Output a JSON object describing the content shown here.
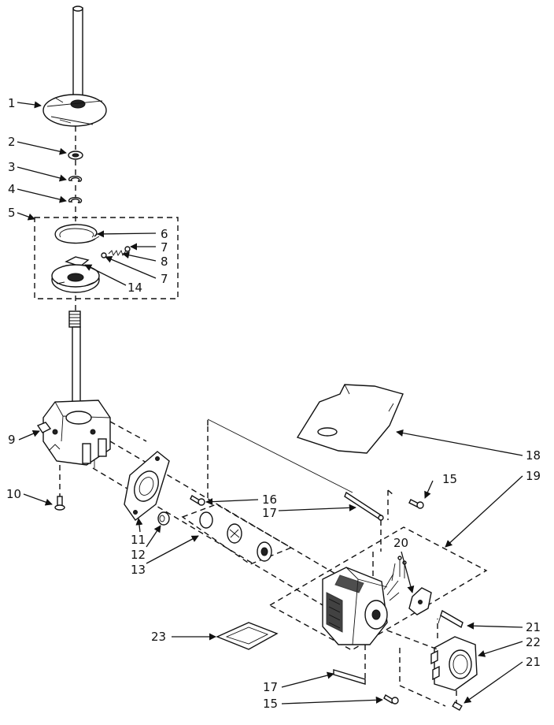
{
  "callouts": {
    "c1": "1",
    "c2": "2",
    "c3": "3",
    "c4": "4",
    "c5": "5",
    "c6": "6",
    "c7a": "7",
    "c7b": "7",
    "c8": "8",
    "c9": "9",
    "c10": "10",
    "c11": "11",
    "c12": "12",
    "c13": "13",
    "c14": "14",
    "c15a": "15",
    "c15b": "15",
    "c16": "16",
    "c17a": "17",
    "c17b": "17",
    "c18": "18",
    "c19": "19",
    "c20": "20",
    "c21a": "21",
    "c21b": "21",
    "c22": "22",
    "c23": "23"
  }
}
